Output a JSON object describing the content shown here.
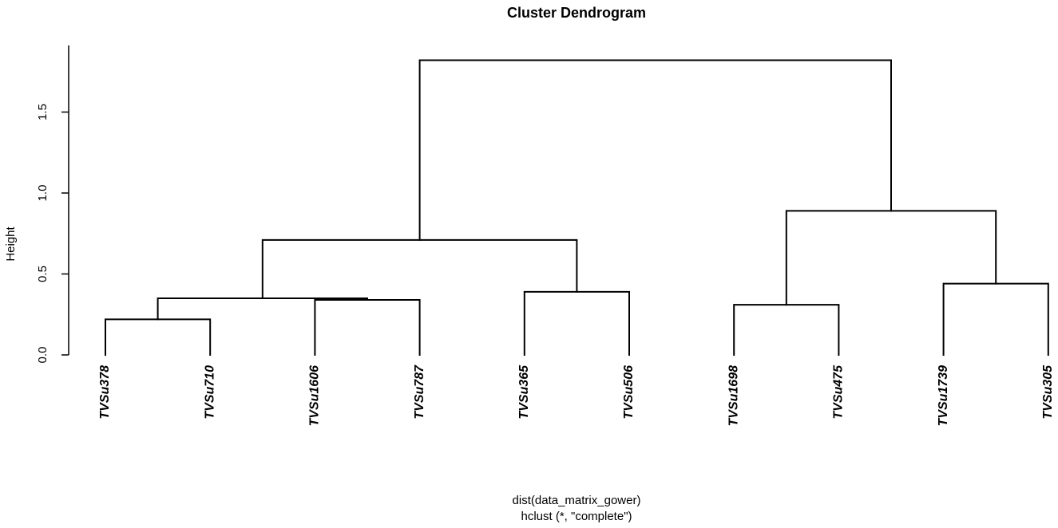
{
  "chart_data": {
    "type": "dendrogram",
    "title": "Cluster Dendrogram",
    "ylabel": "Height",
    "xlabel": "dist(data_matrix_gower)",
    "sub": "hclust (*, \"complete\")",
    "ylim": [
      0,
      1.82
    ],
    "yticks": [
      0.0,
      0.5,
      1.0,
      1.5
    ],
    "ytick_labels": [
      "0.0",
      "0.5",
      "1.0",
      "1.5"
    ],
    "leaves": [
      "TVSu378",
      "TVSu710",
      "TVSu1606",
      "TVSu787",
      "TVSu365",
      "TVSu506",
      "TVSu1698",
      "TVSu475",
      "TVSu1739",
      "TVSu305"
    ],
    "merges": [
      {
        "left": "TVSu378",
        "right": "TVSu710",
        "height": 0.22
      },
      {
        "left": "TVSu1606",
        "right": "TVSu787",
        "height": 0.34
      },
      {
        "left": "TVSu1698",
        "right": "TVSu475",
        "height": 0.31
      },
      {
        "left": "TVSu365",
        "right": "TVSu506",
        "height": 0.39
      },
      {
        "left": "TVSu1739",
        "right": "TVSu305",
        "height": 0.44
      },
      {
        "left": 1,
        "right": 2,
        "height": 0.35
      },
      {
        "left": 6,
        "right": 4,
        "height": 0.71
      },
      {
        "left": 3,
        "right": 5,
        "height": 0.89
      },
      {
        "left": 7,
        "right": 8,
        "height": 1.82
      }
    ]
  }
}
